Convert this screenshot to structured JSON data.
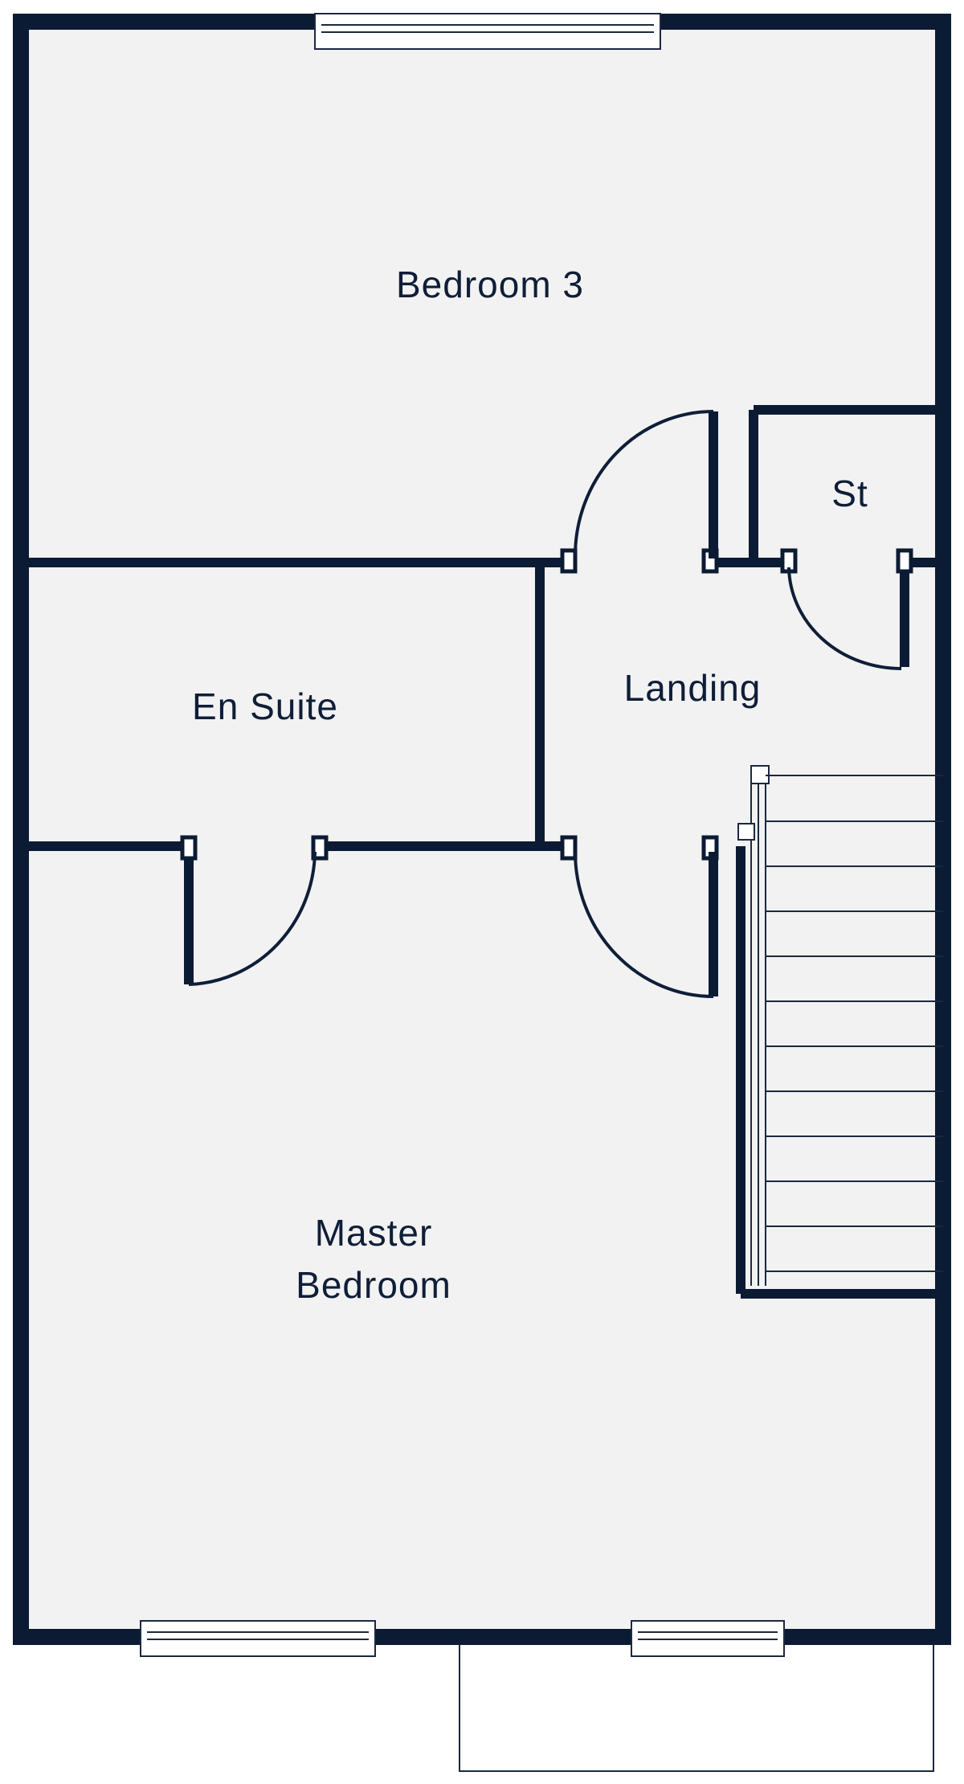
{
  "plan": {
    "colors": {
      "wall": "#0b1b33",
      "floor": "#f2f2f2",
      "line": "#0f1e38",
      "background": "#ffffff"
    },
    "rooms": {
      "bedroom3": "Bedroom 3",
      "store": "St",
      "en_suite": "En Suite",
      "landing": "Landing",
      "master_line1": "Master",
      "master_line2": "Bedroom"
    }
  }
}
